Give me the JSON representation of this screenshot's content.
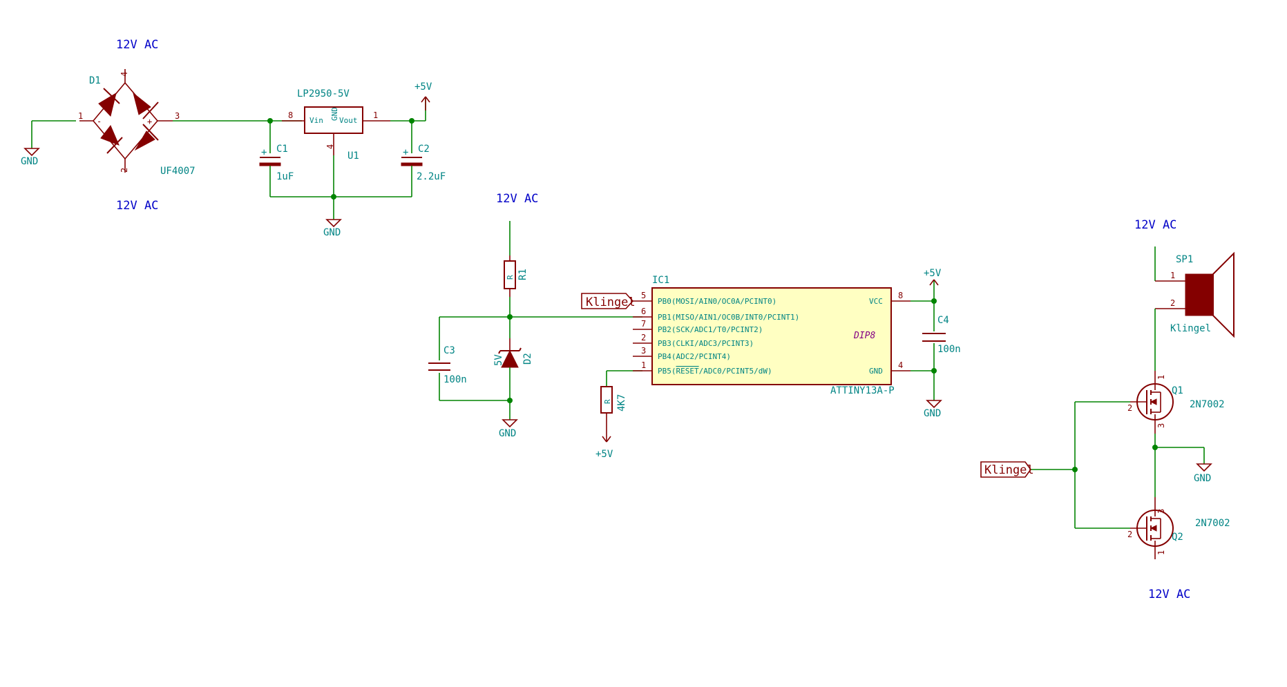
{
  "net_labels": {
    "ac_top": "12V AC",
    "ac_bottom": "12V AC",
    "ac_mid": "12V AC",
    "ac_speaker": "12V AC",
    "ac_q2": "12V AC"
  },
  "power_labels": {
    "gnd": "GND",
    "vcc": "+5V"
  },
  "rectifier": {
    "ref": "D1",
    "value": "UF4007",
    "pins": [
      "1",
      "2",
      "3",
      "4"
    ],
    "minus": "-",
    "plus": "+"
  },
  "regulator": {
    "ref": "U1",
    "value": "LP2950-5V",
    "pin_vin": "Vin",
    "pin_vout": "Vout",
    "pin_gnd": "GND",
    "pin_nums": [
      "8",
      "1",
      "4"
    ]
  },
  "capacitors": {
    "c1_ref": "C1",
    "c1_val": "1uF",
    "c2_ref": "C2",
    "c2_val": "2.2uF",
    "c3_ref": "C3",
    "c3_val": "100n",
    "c4_ref": "C4",
    "c4_val": "100n",
    "polarity": "+"
  },
  "resistors": {
    "r_letter": "R",
    "r1_ref": "R1",
    "r2_val": "4K7"
  },
  "zener": {
    "ref": "D2",
    "value": "5V"
  },
  "mcu": {
    "ref": "IC1",
    "value": "ATTINY13A-P",
    "package": "DIP8",
    "pins_left": [
      {
        "num": "5",
        "name": "PB0(MOSI/AIN0/OC0A/PCINT0)"
      },
      {
        "num": "6",
        "name": "PB1(MISO/AIN1/OC0B/INT0/PCINT1)"
      },
      {
        "num": "7",
        "name": "PB2(SCK/ADC1/T0/PCINT2)"
      },
      {
        "num": "2",
        "name": "PB3(CLKI/ADC3/PCINT3)"
      },
      {
        "num": "3",
        "name": "PB4(ADC2/PCINT4)"
      },
      {
        "num": "1",
        "name_pre": "PB5(",
        "name_bar": "RESET",
        "name_post": "/ADC0/PCINT5/dW)"
      }
    ],
    "pin_vcc": {
      "num": "8",
      "name": "VCC"
    },
    "pin_gnd": {
      "num": "4",
      "name": "GND"
    }
  },
  "hier_labels": {
    "klingel_ic": "Klingel",
    "klingel_fet": "Klingel"
  },
  "speaker": {
    "ref": "SP1",
    "value": "Klingel",
    "pins": [
      "1",
      "2"
    ]
  },
  "mosfets": {
    "q1_ref": "Q1",
    "q1_val": "2N7002",
    "q2_ref": "Q2",
    "q2_val": "2N7002",
    "q1_pins": [
      "1",
      "2",
      "3"
    ],
    "q2_pins": [
      "3",
      "2",
      "1"
    ]
  }
}
